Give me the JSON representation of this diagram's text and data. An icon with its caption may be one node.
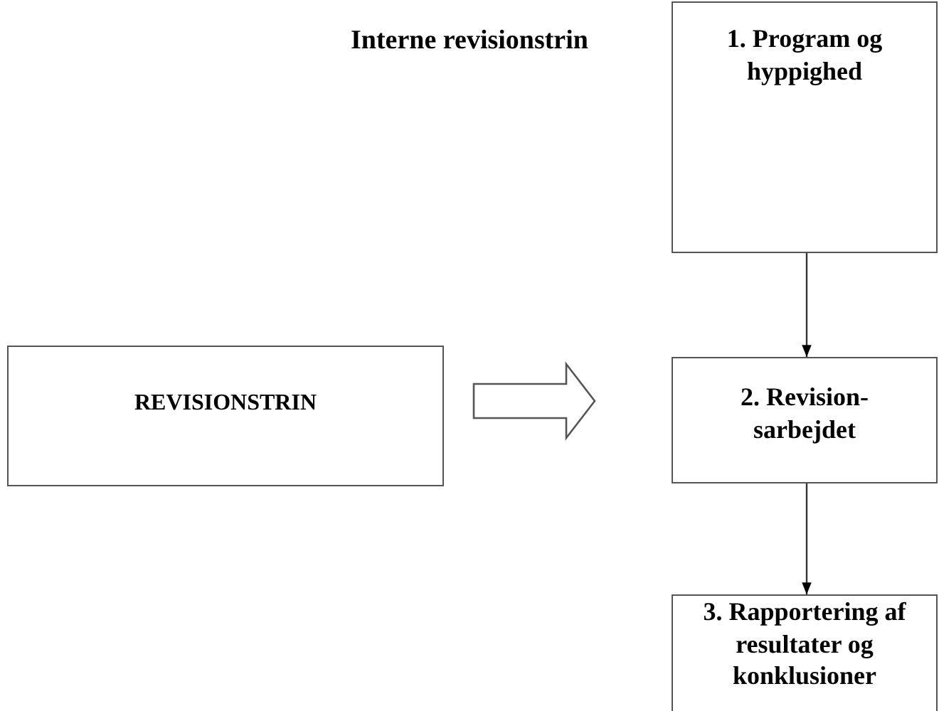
{
  "diagram": {
    "title": "Interne revisionstrin",
    "nodes": [
      {
        "text": [
          "REVISIONSTRIN"
        ]
      },
      {
        "text": [
          "1. Program og hyppighed"
        ]
      },
      {
        "text": [
          "2. Revision- sarbejdet"
        ]
      },
      {
        "text": [
          "3. Rapportering af resultater og konklusioner"
        ]
      }
    ],
    "edges": [
      {
        "from": 0,
        "to": 2,
        "arrow": "to",
        "style": "thick"
      },
      {
        "from": 1,
        "to": 2,
        "arrow": "to"
      },
      {
        "from": 2,
        "to": 3,
        "arrow": "to"
      }
    ]
  }
}
